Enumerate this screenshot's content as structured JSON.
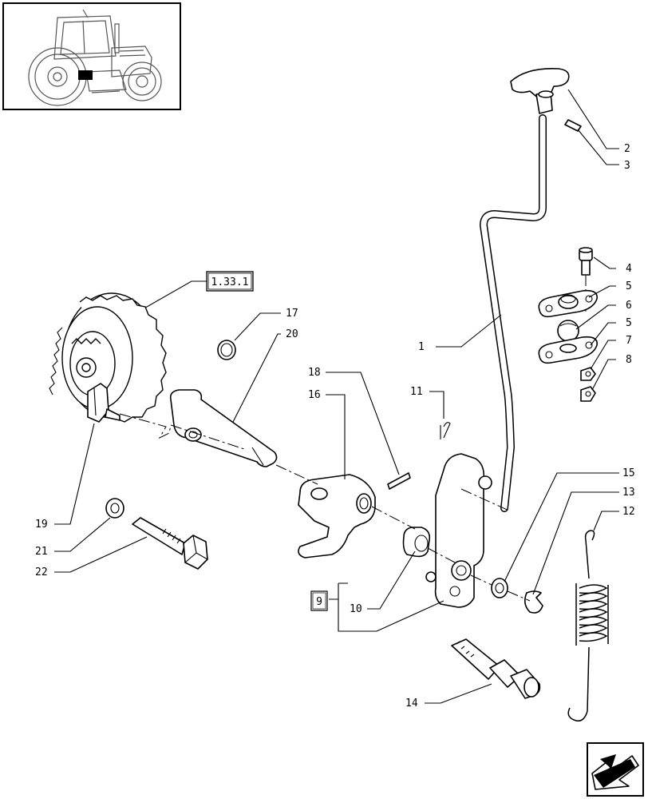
{
  "diagram": {
    "callouts": [
      {
        "id": "c1",
        "label": "1"
      },
      {
        "id": "c2",
        "label": "2"
      },
      {
        "id": "c3",
        "label": "3"
      },
      {
        "id": "c4",
        "label": "4"
      },
      {
        "id": "c5a",
        "label": "5"
      },
      {
        "id": "c6",
        "label": "6"
      },
      {
        "id": "c5b",
        "label": "5"
      },
      {
        "id": "c7",
        "label": "7"
      },
      {
        "id": "c8",
        "label": "8"
      },
      {
        "id": "c9",
        "label": "9"
      },
      {
        "id": "c10",
        "label": "10"
      },
      {
        "id": "c11",
        "label": "11"
      },
      {
        "id": "c12",
        "label": "12"
      },
      {
        "id": "c13",
        "label": "13"
      },
      {
        "id": "c14",
        "label": "14"
      },
      {
        "id": "c15",
        "label": "15"
      },
      {
        "id": "c16",
        "label": "16"
      },
      {
        "id": "c17",
        "label": "17"
      },
      {
        "id": "c18",
        "label": "18"
      },
      {
        "id": "c19",
        "label": "19"
      },
      {
        "id": "c20",
        "label": "20"
      },
      {
        "id": "c21",
        "label": "21"
      },
      {
        "id": "c22",
        "label": "22"
      }
    ],
    "reference_box": "1.33.1",
    "icons": {
      "thumbnail": "tractor-thumbnail-icon",
      "navigation": "next-page-arrow-icon"
    }
  }
}
